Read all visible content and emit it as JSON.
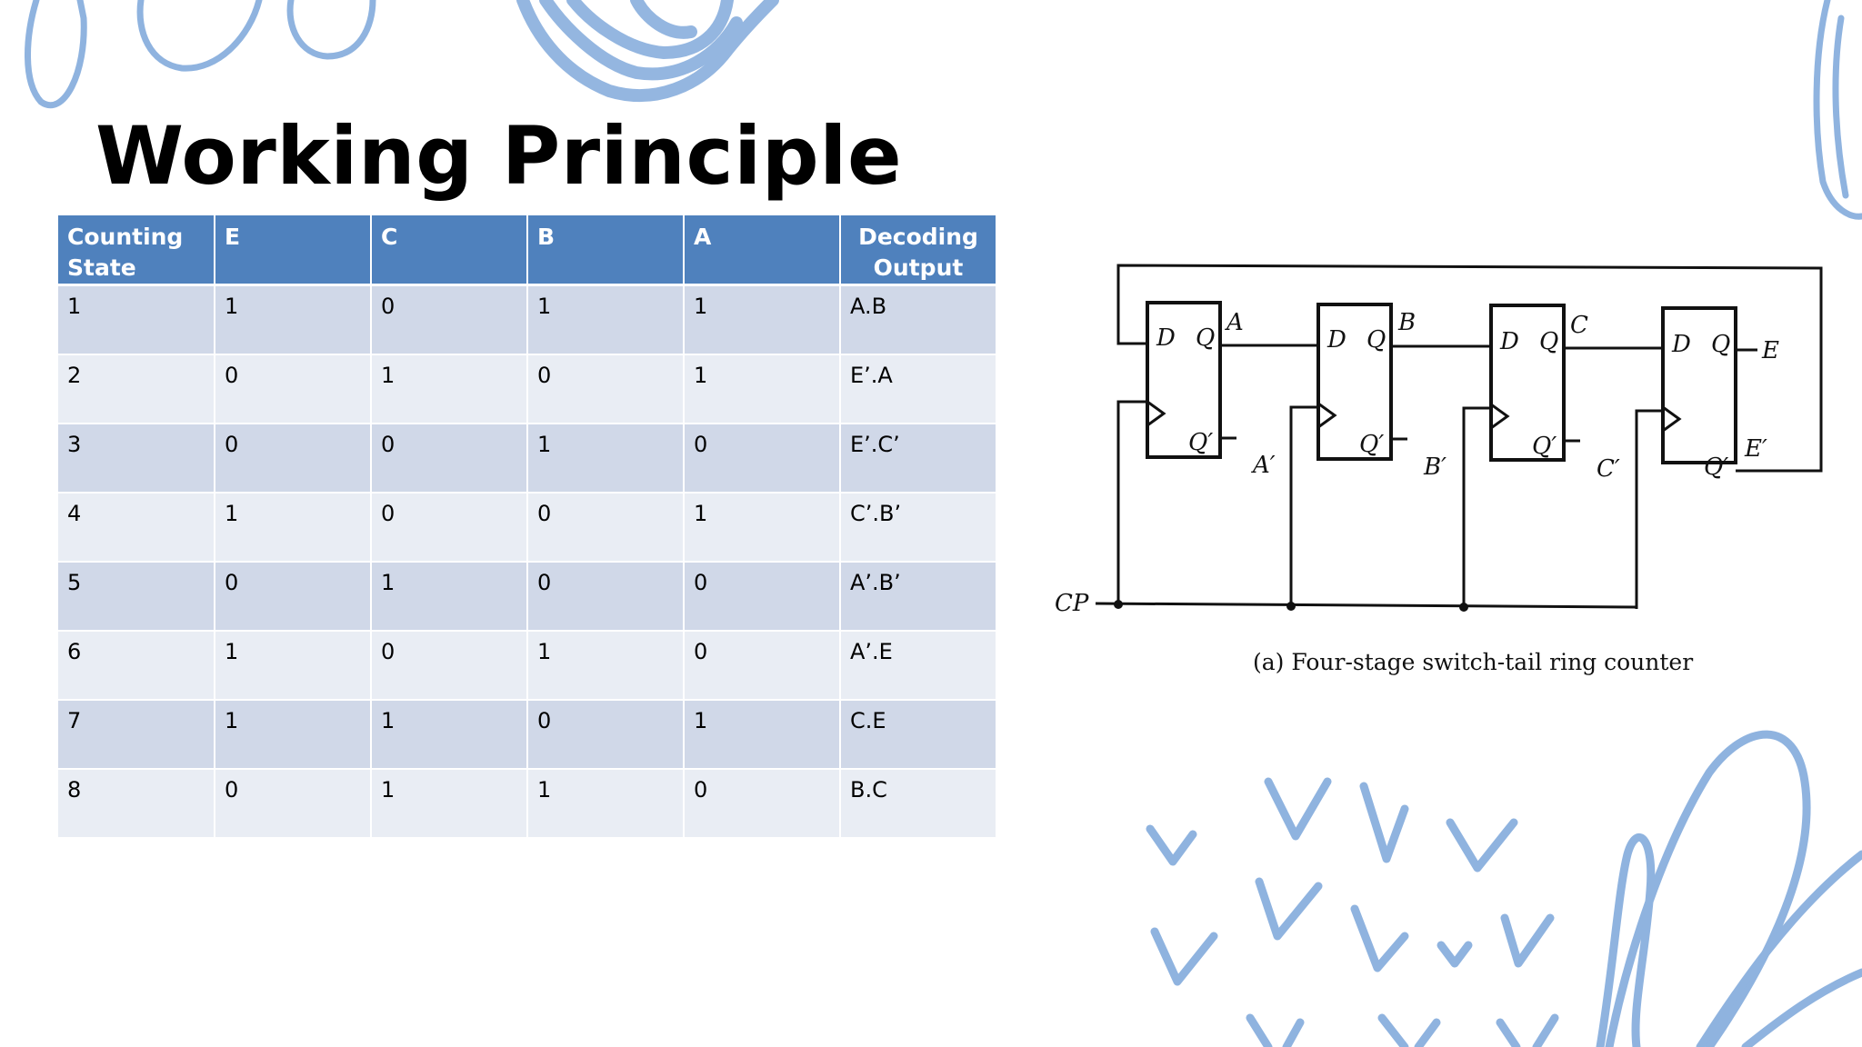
{
  "slide": {
    "title": "Working Principle"
  },
  "table": {
    "headers": [
      "Counting State",
      "E",
      "C",
      "B",
      "A",
      "Decoding Output"
    ],
    "rows": [
      [
        "1",
        "1",
        "0",
        "1",
        "1",
        "A.B"
      ],
      [
        "2",
        "0",
        "1",
        "0",
        "1",
        "E’.A"
      ],
      [
        "3",
        "0",
        "0",
        "1",
        "0",
        "E’.C’"
      ],
      [
        "4",
        "1",
        "0",
        "0",
        "1",
        "C’.B’"
      ],
      [
        "5",
        "0",
        "1",
        "0",
        "0",
        "A’.B’"
      ],
      [
        "6",
        "1",
        "0",
        "1",
        "0",
        "A’.E"
      ],
      [
        "7",
        "1",
        "1",
        "0",
        "1",
        "C.E"
      ],
      [
        "8",
        "0",
        "1",
        "1",
        "0",
        "B.C"
      ]
    ]
  },
  "figure": {
    "caption": "(a)  Four-stage switch-tail ring counter",
    "clock_label": "CP",
    "ff_pin_labels": {
      "d": "D",
      "q": "Q",
      "q_bar": "Q′"
    },
    "outputs": [
      "A",
      "B",
      "C",
      "E"
    ],
    "complement_outputs": [
      "A′",
      "B′",
      "C′",
      "E′"
    ]
  },
  "colors": {
    "header_bg": "#4f81bd",
    "row_dark": "#d0d8e8",
    "row_light": "#e9edf4",
    "decoration": "#8fb3df"
  },
  "icons": [
    "scribble-decoration",
    "check-mark-decoration"
  ]
}
